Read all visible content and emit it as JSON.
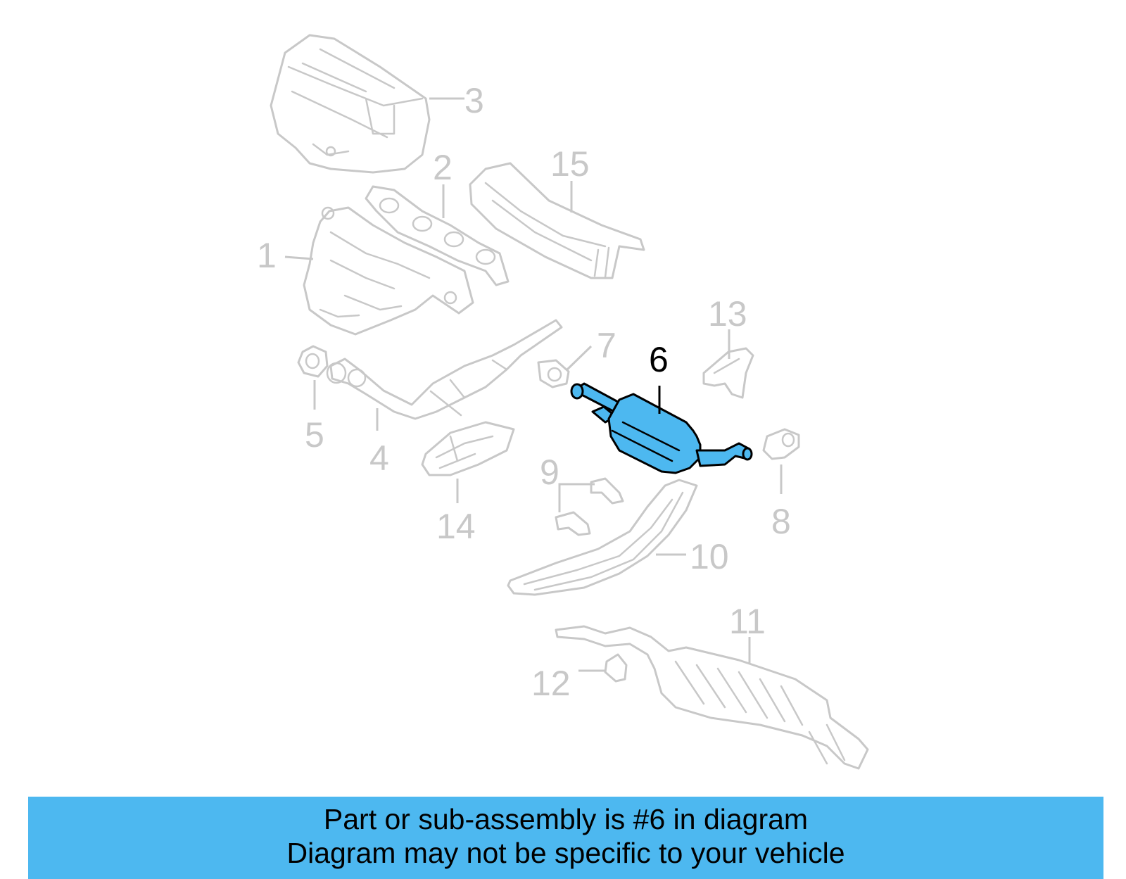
{
  "highlight_color": "#4db8f0",
  "inactive_color": "#c8c8c8",
  "highlighted_part": "6",
  "callouts": {
    "c1": "1",
    "c2": "2",
    "c3": "3",
    "c4": "4",
    "c5": "5",
    "c6": "6",
    "c7": "7",
    "c8": "8",
    "c9": "9",
    "c10": "10",
    "c11": "11",
    "c12": "12",
    "c13": "13",
    "c14": "14",
    "c15": "15"
  },
  "banner": {
    "line1": "Part or sub-assembly is #6 in diagram",
    "line2": "Diagram may not be specific to your vehicle"
  }
}
